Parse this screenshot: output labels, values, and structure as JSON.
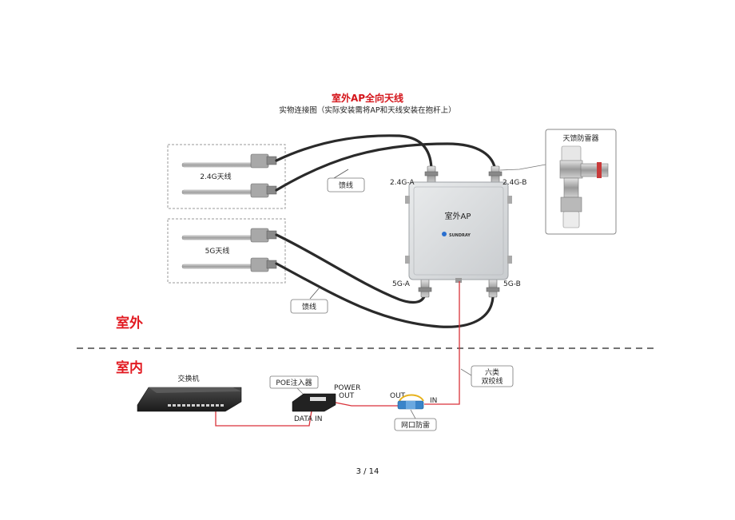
{
  "title": "室外AP全向天线",
  "subtitle": "实物连接图（实际安装需将AP和天线安装在抱杆上）",
  "antennas": {
    "ant24_label": "2.4G天线",
    "ant5_label": "5G天线"
  },
  "feeder_label_top": "馈线",
  "feeder_label_bottom": "馈线",
  "ap": {
    "label": "室外AP",
    "brand": "SUNDRAY",
    "port_24a": "2.4G-A",
    "port_24b": "2.4G-B",
    "port_5a": "5G-A",
    "port_5b": "5G-B"
  },
  "surge_protector_label": "天馈防雷器",
  "zone_outdoor": "室外",
  "zone_indoor": "室内",
  "switch_label": "交换机",
  "poe": {
    "label": "POE注入器",
    "power_out": "POWER\nOUT",
    "power_out_line1": "POWER",
    "power_out_line2": "OUT",
    "data_in": "DATA IN"
  },
  "lan_protector": {
    "label": "网口防雷",
    "out": "OUT",
    "in": "IN"
  },
  "cable_label_line1": "六类",
  "cable_label_line2": "双绞线",
  "page_number": "3 / 14",
  "colors": {
    "title_red": "#d4141a",
    "network_cable": "#d9323a",
    "feeder": "#2a2a2a"
  }
}
